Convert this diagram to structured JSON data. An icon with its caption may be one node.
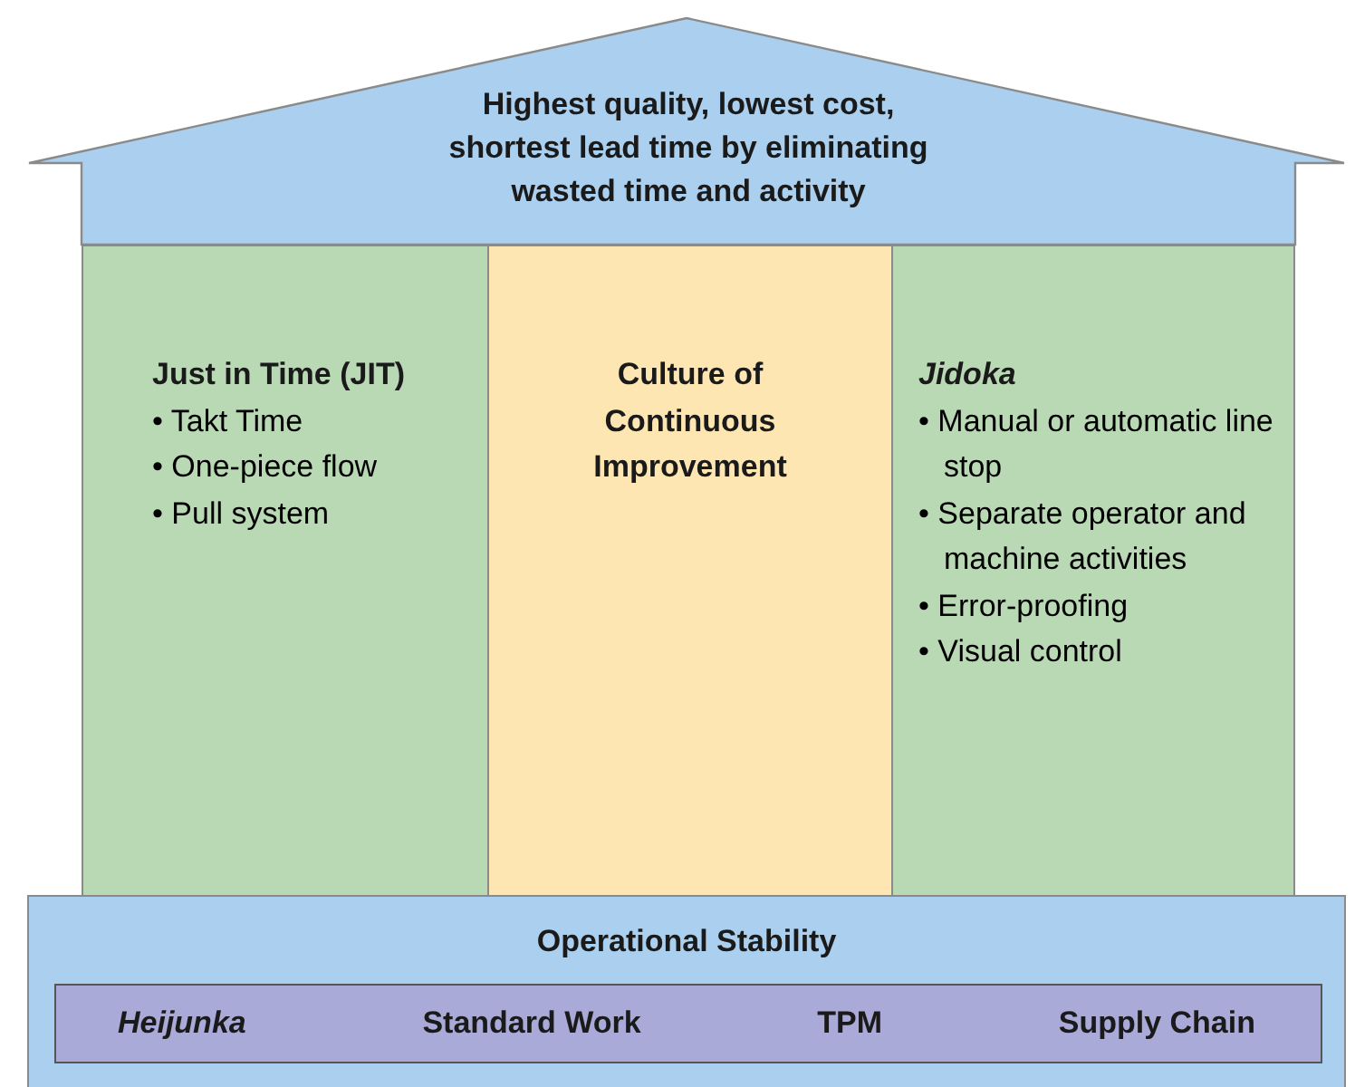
{
  "diagram": {
    "nodes": [
      {
        "text": [
          "Highest quality, lowest cost, shortest lead time by eliminating wasted time and activity"
        ]
      },
      {
        "text": [
          "Just in Time (JIT)",
          "• Takt Time",
          "• One-piece flow",
          "• Pull system"
        ]
      },
      {
        "text": [
          "Culture of Continuous Improvement"
        ]
      },
      {
        "text": [
          "Jidoka",
          "• Manual or automatic line stop",
          "• Separate operator and machine activities",
          "• Error-proofing",
          "• Visual control"
        ]
      },
      {
        "text": [
          "Operational Stability"
        ]
      },
      {
        "text": [
          "Heijunka",
          "Standard Work",
          "TPM",
          "Supply Chain"
        ],
        "in": 4
      }
    ]
  }
}
